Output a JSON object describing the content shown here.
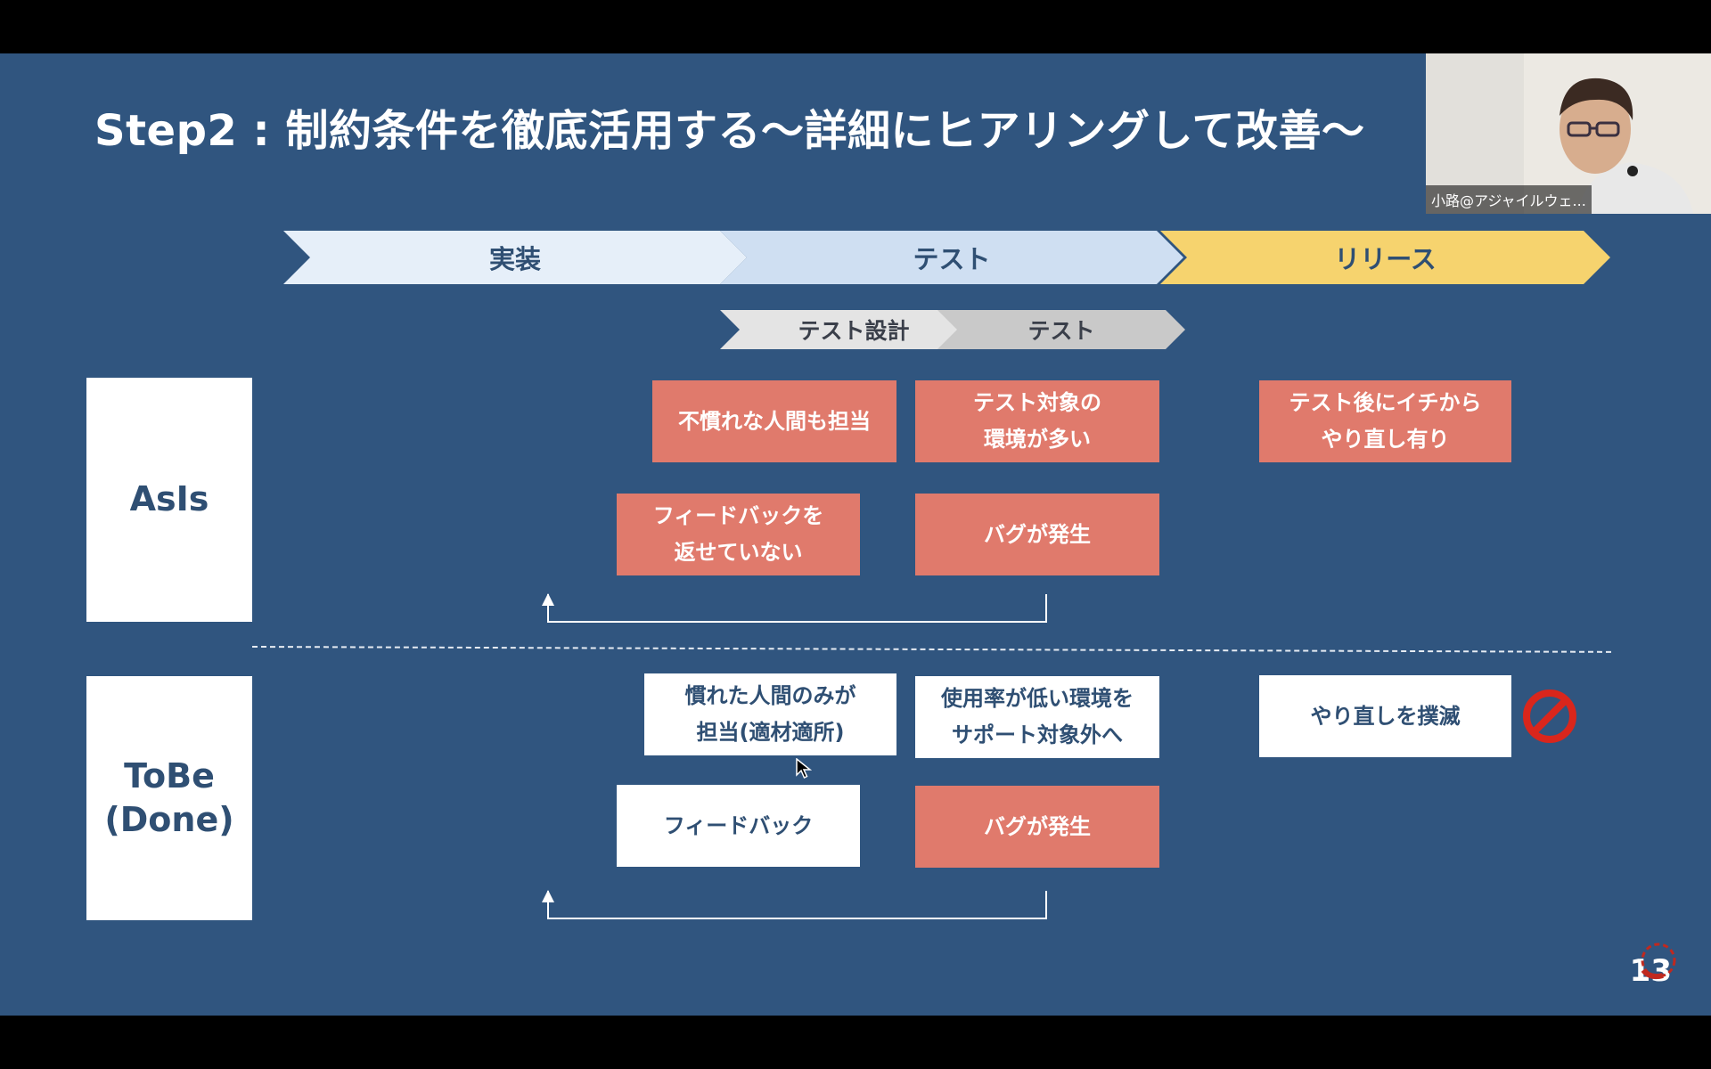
{
  "slide": {
    "title": "Step2 : 制約条件を徹底活用する〜詳細にヒアリングして改善〜",
    "page_number": "13"
  },
  "phases": [
    {
      "label": "実装",
      "color": "#e6eff9"
    },
    {
      "label": "テスト",
      "color": "#cfdff2"
    },
    {
      "label": "リリース",
      "color": "#f6d36e"
    }
  ],
  "subphases": [
    {
      "label": "テスト設計",
      "color": "#e4e4e4"
    },
    {
      "label": "テスト",
      "color": "#c9c9c9"
    }
  ],
  "asis": {
    "label": "AsIs",
    "boxes": [
      {
        "text": "不慣れな人間も担当"
      },
      {
        "text": "テスト対象の\n環境が多い"
      },
      {
        "text": "テスト後にイチから\nやり直し有り"
      },
      {
        "text": "フィードバックを\n返せていない"
      },
      {
        "text": "バグが発生"
      }
    ]
  },
  "tobe": {
    "label": "ToBe\n(Done)",
    "boxes": [
      {
        "text": "慣れた人間のみが\n担当(適材適所)"
      },
      {
        "text": "使用率が低い環境を\nサポート対象外へ"
      },
      {
        "text": "やり直しを撲滅"
      },
      {
        "text": "フィードバック"
      },
      {
        "text": "バグが発生"
      }
    ]
  },
  "colors": {
    "slide_bg": "#30557f",
    "box_red": "#e07a6c",
    "box_white": "#ffffff",
    "text_navy": "#2f4f73",
    "prohibit_red": "#d9261c"
  },
  "icons": {
    "prohibit": "prohibited-icon",
    "logo": "agileware-logo"
  },
  "video": {
    "participant_name": "小路@アジャイルウェ..."
  }
}
